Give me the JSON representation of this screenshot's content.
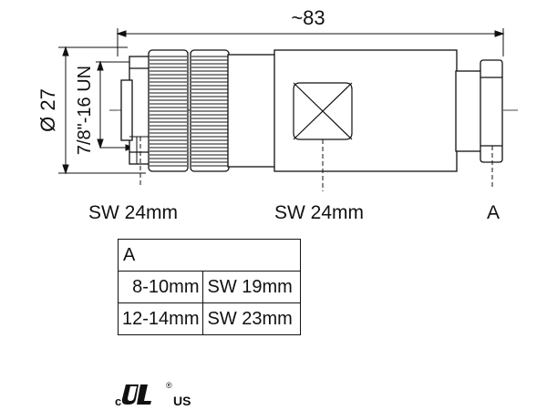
{
  "drawing": {
    "overall_length": "~83",
    "diameter": "Ø 27",
    "thread": "7/8\"-16 UN",
    "label_left": "SW 24mm",
    "label_middle": "SW 24mm",
    "label_right": "A"
  },
  "table": {
    "header": "A",
    "rows": [
      {
        "range": "8-10mm",
        "wrench": "SW 19mm"
      },
      {
        "range": "12-14mm",
        "wrench": "SW 23mm"
      }
    ]
  },
  "certification": {
    "mark": "cULus",
    "prefix": "c",
    "suffix": "US",
    "registered": "®"
  }
}
